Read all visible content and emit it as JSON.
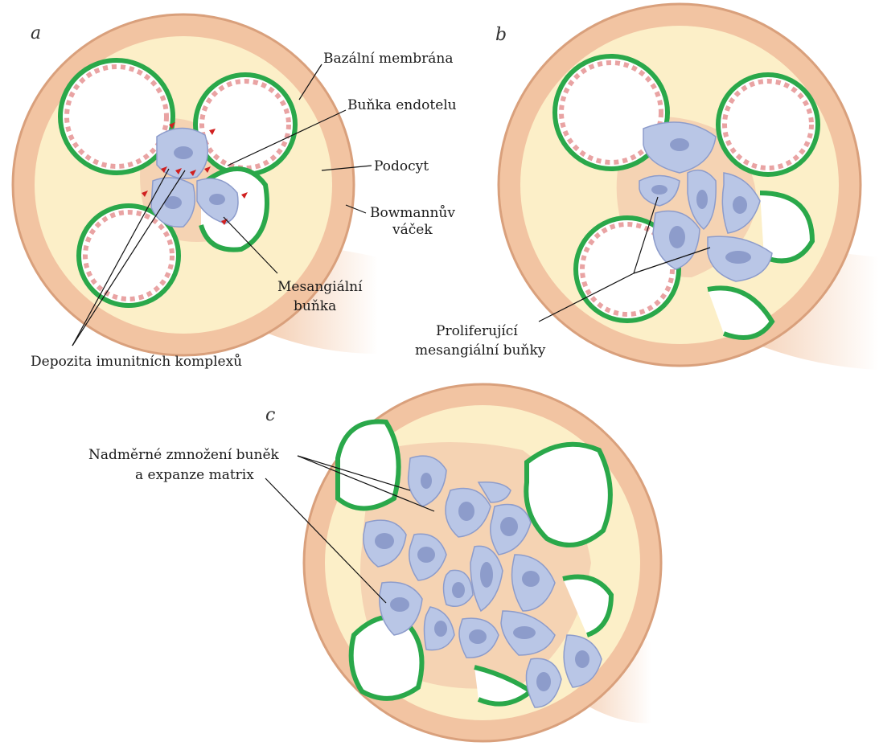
{
  "panels": [
    {
      "letter": "a",
      "labels": {
        "bazalni": "Bazální membrána",
        "endotel": "Buňka endotelu",
        "podocyt": "Podocyt",
        "bowman_1": "Bowmannův",
        "bowman_2": "váček",
        "mesang_1": "Mesangiální",
        "mesang_2": "buňka",
        "depozita": "Depozita imunitních komplexů"
      }
    },
    {
      "letter": "b",
      "labels": {
        "prolif_1": "Proliferující",
        "prolif_2": "mesangiální buňky"
      }
    },
    {
      "letter": "c",
      "labels": {
        "nadmerne_1": "Nadměrné zmnožení buněk",
        "nadmerne_2": "a expanze matrix"
      }
    }
  ],
  "colors": {
    "capsule": "#f2c4a2",
    "capsule_edge": "#d9a07c",
    "space": "#fcefc8",
    "membrane": "#2aa84a",
    "mesangial": "#b9c6e6",
    "mesangial_nucleus": "#8d9ccb",
    "podocyte": "#f0a8a8",
    "deposit": "#d02020"
  }
}
